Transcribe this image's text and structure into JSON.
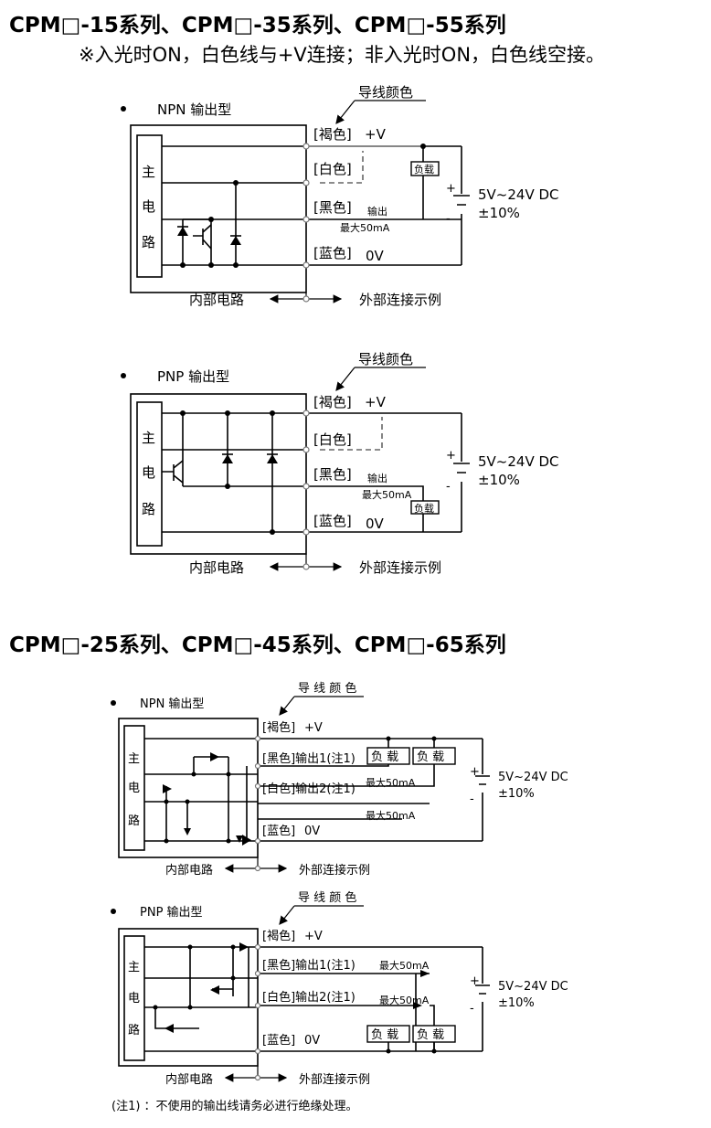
{
  "section1": {
    "title": "CPM□-15系列、CPM□-35系列、CPM□-55系列",
    "note": "※入光时ON，白色线与+V连接；非入光时ON，白色线空接。"
  },
  "section2": {
    "title": "CPM□-25系列、CPM□-45系列、CPM□-65系列"
  },
  "d1": {
    "type_label": "NPN 输出型",
    "wire_color_title": "导线颜色",
    "brown": "[褐色]",
    "plus_v": "+V",
    "white": "[白色]",
    "black": "[黑色]",
    "output": "输出",
    "max": "最大50mA",
    "blue": "[蓝色]",
    "zero_v": "0V",
    "load": "负载",
    "main_1": "主",
    "main_2": "电",
    "main_3": "路",
    "supply": "5V~24V DC",
    "tol": "±10%",
    "plus": "+",
    "minus": "-",
    "internal": "内部电路",
    "external": "外部连接示例"
  },
  "d2": {
    "type_label": "PNP 输出型",
    "wire_color_title": "导线颜色",
    "brown": "[褐色]",
    "plus_v": "+V",
    "white": "[白色]",
    "black": "[黑色]",
    "output": "输出",
    "max": "最大50mA",
    "blue": "[蓝色]",
    "zero_v": "0V",
    "load": "负载",
    "main_1": "主",
    "main_2": "电",
    "main_3": "路",
    "supply": "5V~24V DC",
    "tol": "±10%",
    "plus": "+",
    "minus": "-",
    "internal": "内部电路",
    "external": "外部连接示例"
  },
  "d3": {
    "type_label": "NPN 输出型",
    "wire_color_title": "导 线 颜 色",
    "brown": "[褐色]",
    "plus_v": "+V",
    "black_out1": "[黑色]输出1(注1)",
    "white_out2": "[白色]输出2(注1)",
    "max1": "最大50mA",
    "max2": "最大50mA",
    "blue": "[蓝色]",
    "zero_v": "0V",
    "load1": "负 载",
    "load2": "负 载",
    "main_1": "主",
    "main_2": "电",
    "main_3": "路",
    "supply": "5V~24V DC",
    "tol": "±10%",
    "plus": "+",
    "minus": "-",
    "internal": "内部电路",
    "external": "外部连接示例"
  },
  "d4": {
    "type_label": "PNP 输出型",
    "wire_color_title": "导 线 颜 色",
    "brown": "[褐色]",
    "plus_v": "+V",
    "black_out1": "[黑色]输出1(注1)",
    "white_out2": "[白色]输出2(注1)",
    "max1": "最大50mA",
    "max2": "最大50mA",
    "blue": "[蓝色]",
    "zero_v": "0V",
    "load1": "负 载",
    "load2": "负 载",
    "main_1": "主",
    "main_2": "电",
    "main_3": "路",
    "supply": "5V~24V DC",
    "tol": "±10%",
    "plus": "+",
    "minus": "-",
    "internal": "内部电路",
    "external": "外部连接示例"
  },
  "footnote": "(注1) ：不使用的输出线请务必进行绝缘处理。"
}
